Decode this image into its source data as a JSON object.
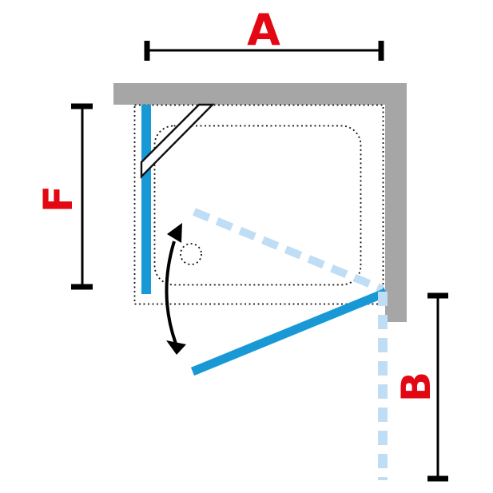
{
  "diagram": {
    "labels": {
      "width": "A",
      "side_panel": "F",
      "door_side": "B"
    }
  },
  "colors": {
    "door_blue": "#1899d6",
    "swing_light_blue": "#bfddf4",
    "wall_gray": "#a6a6a6",
    "label_red": "#e30613",
    "line_black": "#111111"
  }
}
